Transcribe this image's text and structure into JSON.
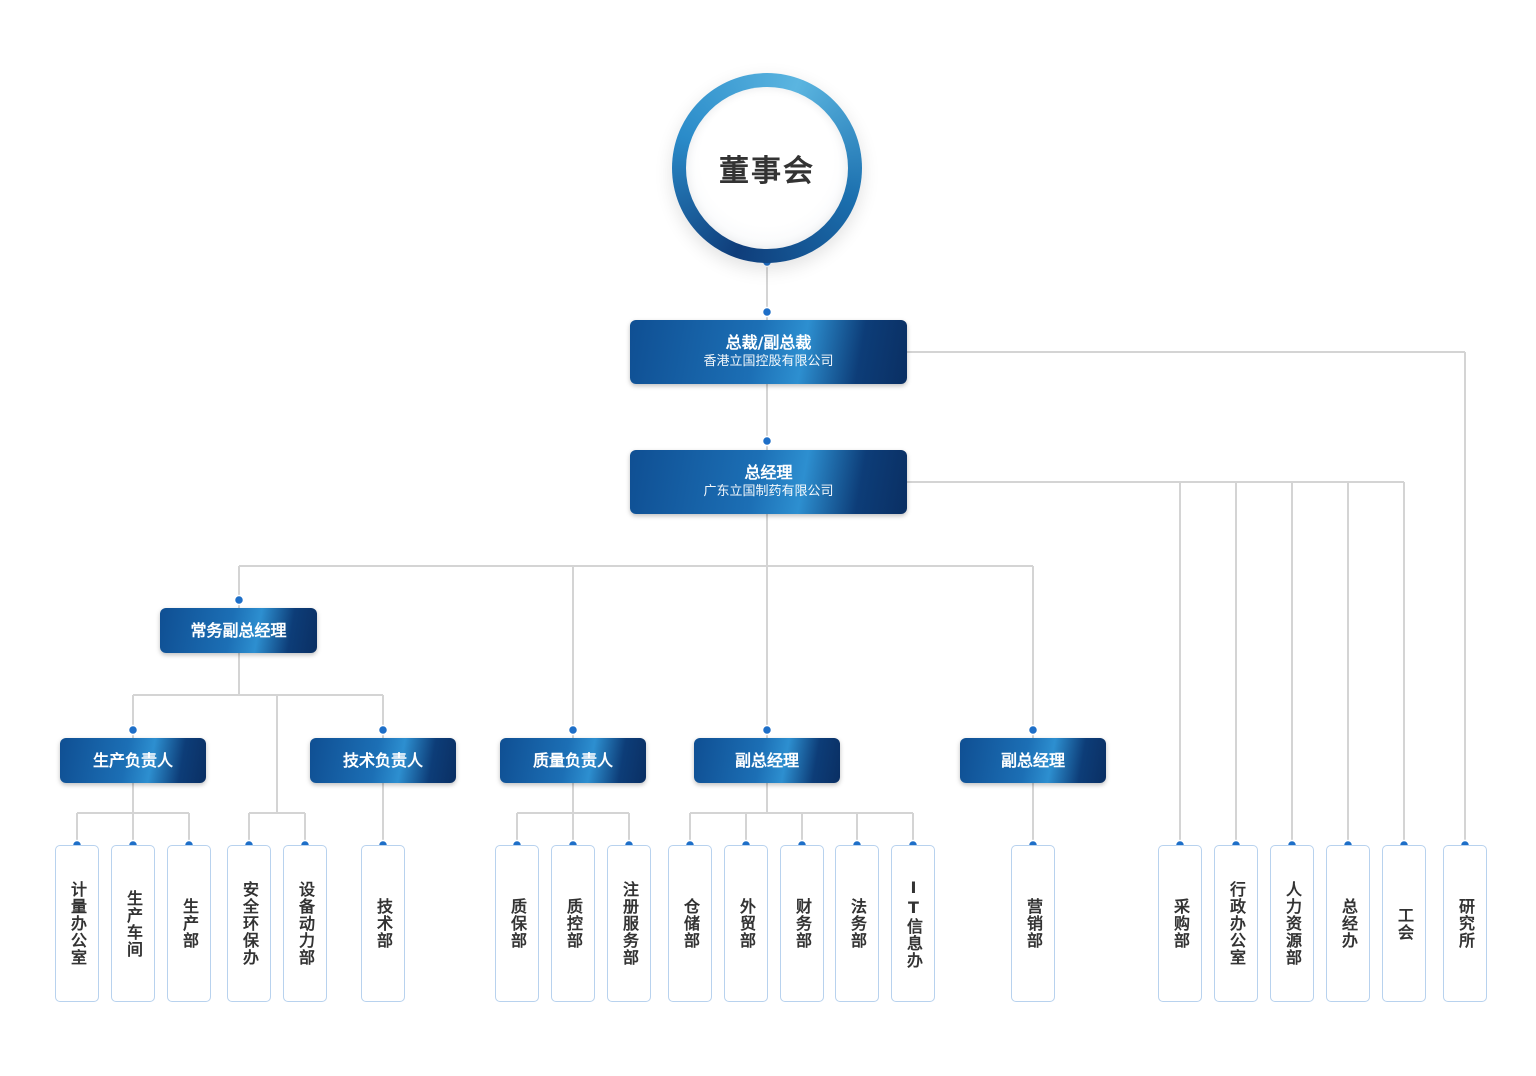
{
  "board": {
    "label": "董事会"
  },
  "president": {
    "title": "总裁/副总裁",
    "subtitle": "香港立国控股有限公司"
  },
  "general_manager": {
    "title": "总经理",
    "subtitle": "广东立国制药有限公司"
  },
  "managers": {
    "executive_vp": "常务副总经理",
    "production_head": "生产负责人",
    "tech_head": "技术负责人",
    "quality_head": "质量负责人",
    "deputy_gm_1": "副总经理",
    "deputy_gm_2": "副总经理"
  },
  "departments": [
    "计量办公室",
    "生产车间",
    "生产部",
    "安全环保办",
    "设备动力部",
    "技术部",
    "质保部",
    "质控部",
    "注册服务部",
    "仓储部",
    "外贸部",
    "财务部",
    "法务部",
    "IT信息办",
    "营销部",
    "采购部",
    "行政办公室",
    "人力资源部",
    "总经办",
    "工会",
    "研究所"
  ],
  "colors": {
    "line": "#d4d4d4",
    "dot": "#1e6fc8",
    "box_dark": "#0d3d78",
    "box_light": "#2d8fd0",
    "dept_border": "#b8d2ee"
  }
}
